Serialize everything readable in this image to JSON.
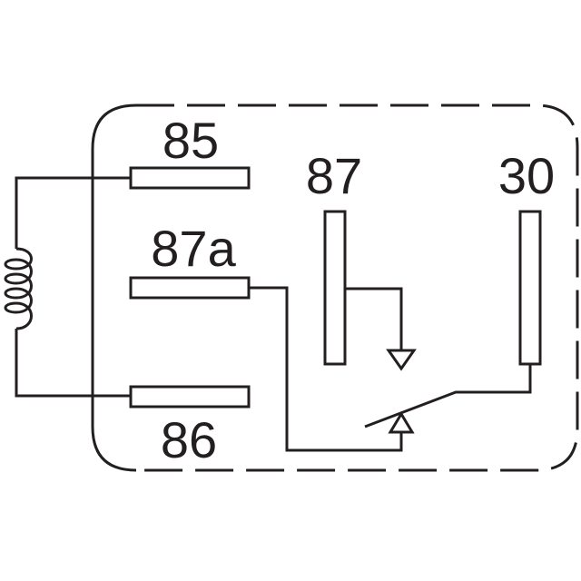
{
  "diagram": {
    "pins": {
      "p85": "85",
      "p87": "87",
      "p30": "30",
      "p87a": "87a",
      "p86": "86"
    }
  },
  "colors": {
    "stroke": "#231f20",
    "background": "#ffffff"
  }
}
